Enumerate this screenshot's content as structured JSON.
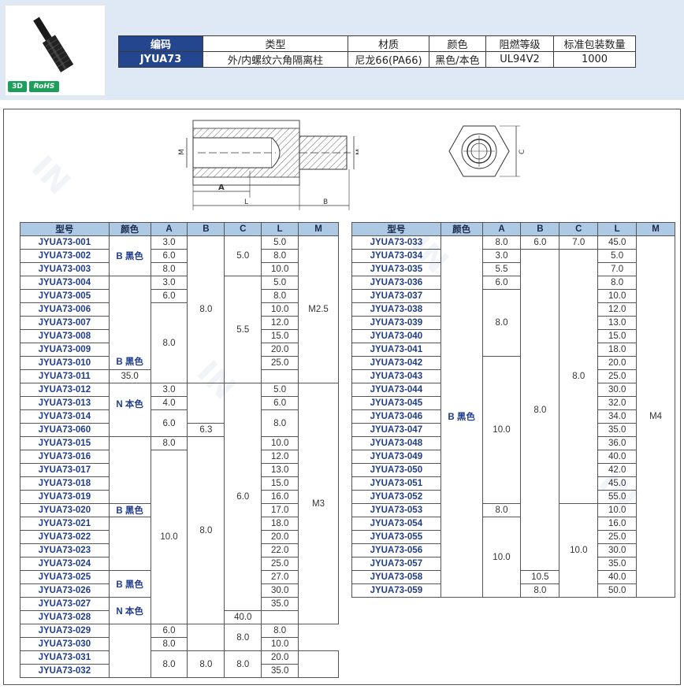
{
  "header": {
    "badges": {
      "three_d": "3D",
      "rohs": "RoHS"
    },
    "spec_headers": [
      "编码",
      "类型",
      "材质",
      "颜色",
      "阻燃等级",
      "标准包装数量"
    ],
    "spec_values": [
      "JYUA73",
      "外/内螺纹六角隔离柱",
      "尼龙66(PA66)",
      "黑色/本色",
      "UL94V2",
      "1000"
    ]
  },
  "drawing": {
    "dim_M_left": "M",
    "dim_M_right": "M",
    "dim_A": "A",
    "dim_L": "L",
    "dim_B": "B",
    "dim_C": "C"
  },
  "left_table": {
    "headers": [
      "型号",
      "颜色",
      "A",
      "B",
      "C",
      "L",
      "M"
    ],
    "models": [
      "JYUA73-001",
      "JYUA73-002",
      "JYUA73-003",
      "JYUA73-004",
      "JYUA73-005",
      "JYUA73-006",
      "JYUA73-007",
      "JYUA73-008",
      "JYUA73-009",
      "JYUA73-010",
      "JYUA73-011",
      "JYUA73-012",
      "JYUA73-013",
      "JYUA73-014",
      "JYUA73-060",
      "JYUA73-015",
      "JYUA73-016",
      "JYUA73-017",
      "JYUA73-018",
      "JYUA73-019",
      "JYUA73-020",
      "JYUA73-021",
      "JYUA73-022",
      "JYUA73-023",
      "JYUA73-024",
      "JYUA73-025",
      "JYUA73-026",
      "JYUA73-027",
      "JYUA73-028",
      "JYUA73-029",
      "JYUA73-030",
      "JYUA73-031",
      "JYUA73-032"
    ],
    "L": [
      "5.0",
      "8.0",
      "10.0",
      "5.0",
      "8.0",
      "10.0",
      "12.0",
      "15.0",
      "20.0",
      "25.0",
      "35.0",
      "5.0",
      "6.0",
      "8.0",
      "10.0",
      "12.0",
      "13.0",
      "15.0",
      "16.0",
      "17.0",
      "18.0",
      "20.0",
      "22.0",
      "25.0",
      "27.0",
      "30.0",
      "35.0",
      "40.0",
      "8.0",
      "10.0",
      "20.0",
      "35.0"
    ],
    "colors": {
      "b_black_1": "B 黑色",
      "b_black_2": "B 黑色",
      "n_natural_1": "N 本色",
      "b_black_3": "B 黑色",
      "b_black_4": "B 黑色",
      "n_natural_2": "N 本色"
    },
    "A": {
      "a1": "3.0",
      "a2": "6.0",
      "a3": "8.0",
      "a4": "3.0",
      "a5": "6.0",
      "a6": "8.0",
      "a7": "3.0",
      "a8": "4.0",
      "a9": "6.0",
      "a10": "8.0",
      "a11": "10.0",
      "a12": "6.0",
      "a13": "8.0",
      "a14": "8.0"
    },
    "B": {
      "b1": "8.0",
      "b2": "6.3",
      "b3": "8.0",
      "b4": "8.0"
    },
    "C": {
      "c1": "5.0",
      "c2": "5.5",
      "c3": "6.0",
      "c4": "8.0",
      "c5": "8.0"
    },
    "M": {
      "m1": "M2.5",
      "m2": "M3"
    }
  },
  "right_table": {
    "headers": [
      "型号",
      "颜色",
      "A",
      "B",
      "C",
      "L",
      "M"
    ],
    "models": [
      "JYUA73-033",
      "JYUA73-034",
      "JYUA73-035",
      "JYUA73-036",
      "JYUA73-037",
      "JYUA73-038",
      "JYUA73-039",
      "JYUA73-040",
      "JYUA73-041",
      "JYUA73-042",
      "JYUA73-043",
      "JYUA73-044",
      "JYUA73-045",
      "JYUA73-046",
      "JYUA73-047",
      "JYUA73-048",
      "JYUA73-049",
      "JYUA73-050",
      "JYUA73-051",
      "JYUA73-052",
      "JYUA73-053",
      "JYUA73-054",
      "JYUA73-055",
      "JYUA73-056",
      "JYUA73-057",
      "JYUA73-058",
      "JYUA73-059"
    ],
    "L": [
      "45.0",
      "5.0",
      "7.0",
      "8.0",
      "10.0",
      "12.0",
      "13.0",
      "15.0",
      "18.0",
      "20.0",
      "25.0",
      "30.0",
      "32.0",
      "34.0",
      "35.0",
      "36.0",
      "40.0",
      "42.0",
      "45.0",
      "55.0",
      "10.0",
      "16.0",
      "25.0",
      "30.0",
      "35.0",
      "40.0",
      "50.0"
    ],
    "color": "B 黑色",
    "A": {
      "a1": "8.0",
      "a2": "3.0",
      "a3": "5.5",
      "a4": "6.0",
      "a5": "8.0",
      "a6": "10.0",
      "a7": "8.0",
      "a8": "10.0"
    },
    "B": {
      "b1": "6.0",
      "b2": "8.0",
      "b3": "10.5",
      "b4": "8.0"
    },
    "C": {
      "c1": "7.0",
      "c2": "8.0",
      "c3": "10.0"
    },
    "M": {
      "m1": "M4"
    }
  }
}
